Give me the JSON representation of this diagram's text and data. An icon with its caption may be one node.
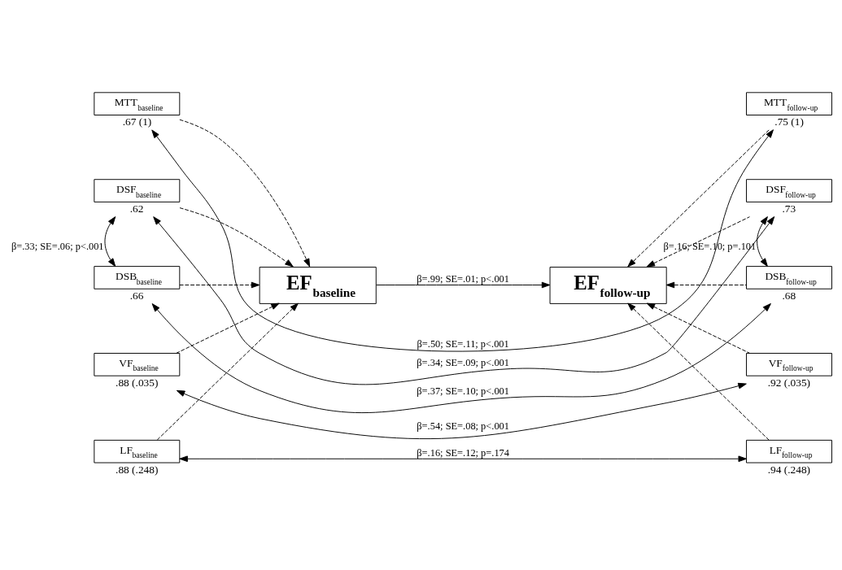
{
  "diagram": {
    "nodes": [
      {
        "text": [
          "MTT$_{baseline}$"
        ],
        "beside": [
          ".67 (1)"
        ]
      },
      {
        "text": [
          "DSF$_{baseline}$"
        ],
        "beside": [
          ".62"
        ]
      },
      {
        "text": [
          "DSB$_{baseline}$"
        ],
        "beside": [
          ".66"
        ]
      },
      {
        "text": [
          "VF$_{baseline}$"
        ],
        "beside": [
          ".88 (.035)"
        ]
      },
      {
        "text": [
          "LF$_{baseline}$"
        ],
        "beside": [
          ".88 (.248)"
        ]
      },
      {
        "text": [
          "EF$_{baseline}$"
        ]
      },
      {
        "text": [
          "EF$_{follow-up}$"
        ]
      },
      {
        "text": [
          "MTT$_{follow-up}$"
        ],
        "beside": [
          ".75 (1)"
        ]
      },
      {
        "text": [
          "DSF$_{follow-up}$"
        ],
        "beside": [
          ".73"
        ]
      },
      {
        "text": [
          "DSB$_{follow-up}$"
        ],
        "beside": [
          ".68"
        ]
      },
      {
        "text": [
          "VF$_{follow-up}$"
        ],
        "beside": [
          ".92 (.035)"
        ]
      },
      {
        "text": [
          "LF$_{follow-up}$"
        ],
        "beside": [
          ".94 (.248)"
        ]
      }
    ],
    "edges": [
      {
        "from": 0,
        "to": 7,
        "arrow": "both",
        "label": "β=.50; SE=.11; p<.001"
      },
      {
        "from": 1,
        "to": 8,
        "arrow": "both",
        "label": "β=.34; SE=.09; p<.001"
      },
      {
        "from": 2,
        "to": 9,
        "arrow": "both",
        "label": "β=.37; SE=.10; p<.001"
      },
      {
        "from": 3,
        "to": 10,
        "arrow": "both",
        "label": "β=.54; SE=.08; p<.001"
      },
      {
        "from": 4,
        "to": 11,
        "arrow": "both",
        "label": "β=.16; SE=.12; p=.174"
      },
      {
        "from": 1,
        "to": 2,
        "arrow": "both",
        "label": "β=.33; SE=.06; p<.001"
      },
      {
        "from": 8,
        "to": 9,
        "arrow": "both",
        "label": "β=.16; SE=.10; p=.101"
      },
      {
        "from": 0,
        "to": 5,
        "arrow": "to",
        "style": "dashed"
      },
      {
        "from": 1,
        "to": 5,
        "arrow": "to",
        "style": "dashed"
      },
      {
        "from": 2,
        "to": 5,
        "arrow": "to",
        "style": "dashed"
      },
      {
        "from": 3,
        "to": 5,
        "arrow": "to",
        "style": "dashed"
      },
      {
        "from": 4,
        "to": 5,
        "arrow": "to",
        "style": "dashed"
      },
      {
        "from": 7,
        "to": 6,
        "arrow": "to",
        "style": "dashed"
      },
      {
        "from": 8,
        "to": 6,
        "arrow": "to",
        "style": "dashed"
      },
      {
        "from": 9,
        "to": 6,
        "arrow": "to",
        "style": "dashed"
      },
      {
        "from": 10,
        "to": 6,
        "arrow": "to",
        "style": "dashed"
      },
      {
        "from": 11,
        "to": 6,
        "arrow": "to",
        "style": "dashed"
      },
      {
        "from": 5,
        "to": 6,
        "arrow": "to",
        "label": "β=.99; SE=.01; p<.001"
      }
    ]
  }
}
